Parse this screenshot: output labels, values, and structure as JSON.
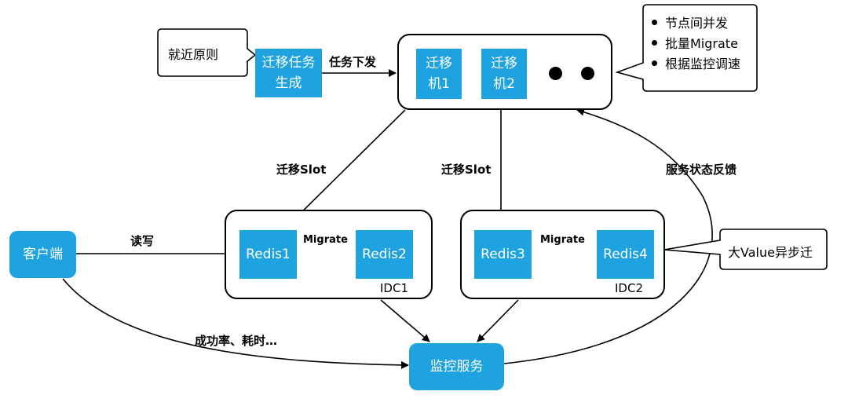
{
  "client": {
    "label": "客户端"
  },
  "rule_callout": {
    "text": "就近原则"
  },
  "task_gen": {
    "line1": "迁移任务",
    "line2": "生成"
  },
  "task_dispatch": {
    "label": "任务下发"
  },
  "migrators": [
    {
      "line1": "迁移",
      "line2": "机1"
    },
    {
      "line1": "迁移",
      "line2": "机2"
    }
  ],
  "features_callout": {
    "items": [
      "节点间并发",
      "批量Migrate",
      "根据监控调速"
    ]
  },
  "edge_labels": {
    "migrate_slot_1": "迁移Slot",
    "migrate_slot_2": "迁移Slot",
    "feedback": "服务状态反馈",
    "read_write": "读写",
    "success_rate": "成功率、耗时…",
    "migrate_1": "Migrate",
    "migrate_2": "Migrate"
  },
  "idc1": {
    "label": "IDC1",
    "nodes": [
      "Redis1",
      "Redis2"
    ]
  },
  "idc2": {
    "label": "IDC2",
    "nodes": [
      "Redis3",
      "Redis4"
    ]
  },
  "big_value_callout": {
    "text": "大Value异步迁"
  },
  "monitor": {
    "label": "监控服务"
  }
}
